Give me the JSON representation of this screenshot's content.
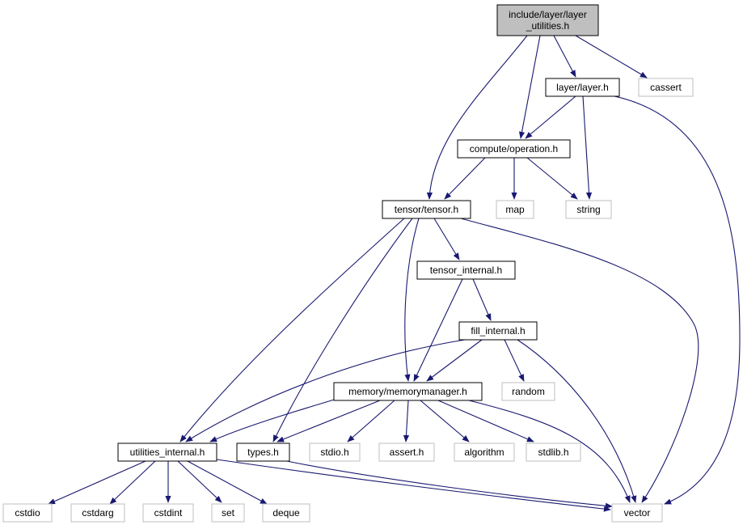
{
  "colors": {
    "edge": "#191970",
    "focus_fill": "#bfbfbf",
    "node_border": "#000000",
    "external_border": "#bfbfbf",
    "background": "#ffffff"
  },
  "nodes": [
    {
      "id": "layer_utilities",
      "lines": [
        "include/layer/layer",
        "_utilities.h"
      ],
      "style": "focus"
    },
    {
      "id": "layer_h",
      "lines": [
        "layer/layer.h"
      ],
      "style": "internal"
    },
    {
      "id": "cassert",
      "lines": [
        "cassert"
      ],
      "style": "external"
    },
    {
      "id": "operation_h",
      "lines": [
        "compute/operation.h"
      ],
      "style": "internal"
    },
    {
      "id": "tensor_h",
      "lines": [
        "tensor/tensor.h"
      ],
      "style": "internal"
    },
    {
      "id": "map",
      "lines": [
        "map"
      ],
      "style": "external"
    },
    {
      "id": "string",
      "lines": [
        "string"
      ],
      "style": "external"
    },
    {
      "id": "tensor_internal_h",
      "lines": [
        "tensor_internal.h"
      ],
      "style": "internal"
    },
    {
      "id": "fill_internal_h",
      "lines": [
        "fill_internal.h"
      ],
      "style": "internal"
    },
    {
      "id": "memorymanager_h",
      "lines": [
        "memory/memorymanager.h"
      ],
      "style": "internal"
    },
    {
      "id": "random",
      "lines": [
        "random"
      ],
      "style": "external"
    },
    {
      "id": "utilities_internal_h",
      "lines": [
        "utilities_internal.h"
      ],
      "style": "internal"
    },
    {
      "id": "types_h",
      "lines": [
        "types.h"
      ],
      "style": "internal"
    },
    {
      "id": "stdio_h",
      "lines": [
        "stdio.h"
      ],
      "style": "external"
    },
    {
      "id": "assert_h",
      "lines": [
        "assert.h"
      ],
      "style": "external"
    },
    {
      "id": "algorithm",
      "lines": [
        "algorithm"
      ],
      "style": "external"
    },
    {
      "id": "stdlib_h",
      "lines": [
        "stdlib.h"
      ],
      "style": "external"
    },
    {
      "id": "cstdio",
      "lines": [
        "cstdio"
      ],
      "style": "external"
    },
    {
      "id": "cstdarg",
      "lines": [
        "cstdarg"
      ],
      "style": "external"
    },
    {
      "id": "cstdint",
      "lines": [
        "cstdint"
      ],
      "style": "external"
    },
    {
      "id": "set",
      "lines": [
        "set"
      ],
      "style": "external"
    },
    {
      "id": "deque",
      "lines": [
        "deque"
      ],
      "style": "external"
    },
    {
      "id": "vector",
      "lines": [
        "vector"
      ],
      "style": "external"
    }
  ],
  "edges": [
    [
      "layer_utilities",
      "layer_h"
    ],
    [
      "layer_utilities",
      "cassert"
    ],
    [
      "layer_utilities",
      "operation_h"
    ],
    [
      "layer_utilities",
      "tensor_h"
    ],
    [
      "layer_h",
      "operation_h"
    ],
    [
      "layer_h",
      "string"
    ],
    [
      "layer_h",
      "vector"
    ],
    [
      "operation_h",
      "tensor_h"
    ],
    [
      "operation_h",
      "map"
    ],
    [
      "operation_h",
      "string"
    ],
    [
      "tensor_h",
      "tensor_internal_h"
    ],
    [
      "tensor_h",
      "memorymanager_h"
    ],
    [
      "tensor_h",
      "utilities_internal_h"
    ],
    [
      "tensor_h",
      "types_h"
    ],
    [
      "tensor_h",
      "vector"
    ],
    [
      "tensor_internal_h",
      "fill_internal_h"
    ],
    [
      "tensor_internal_h",
      "memorymanager_h"
    ],
    [
      "fill_internal_h",
      "memorymanager_h"
    ],
    [
      "fill_internal_h",
      "random"
    ],
    [
      "fill_internal_h",
      "utilities_internal_h"
    ],
    [
      "fill_internal_h",
      "vector"
    ],
    [
      "memorymanager_h",
      "utilities_internal_h"
    ],
    [
      "memorymanager_h",
      "types_h"
    ],
    [
      "memorymanager_h",
      "stdio_h"
    ],
    [
      "memorymanager_h",
      "assert_h"
    ],
    [
      "memorymanager_h",
      "algorithm"
    ],
    [
      "memorymanager_h",
      "stdlib_h"
    ],
    [
      "memorymanager_h",
      "vector"
    ],
    [
      "utilities_internal_h",
      "cstdio"
    ],
    [
      "utilities_internal_h",
      "cstdarg"
    ],
    [
      "utilities_internal_h",
      "cstdint"
    ],
    [
      "utilities_internal_h",
      "set"
    ],
    [
      "utilities_internal_h",
      "deque"
    ],
    [
      "utilities_internal_h",
      "vector"
    ],
    [
      "types_h",
      "vector"
    ]
  ]
}
